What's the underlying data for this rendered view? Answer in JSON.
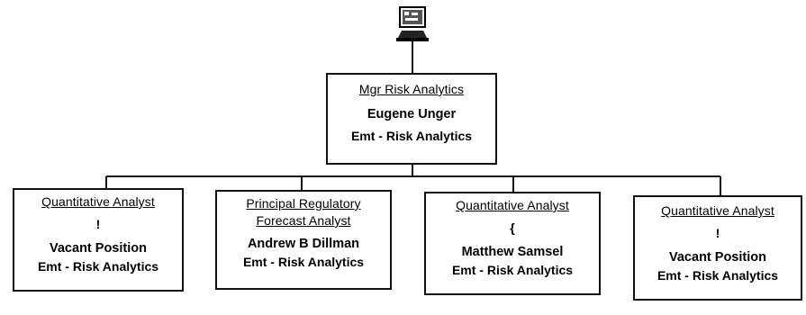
{
  "root": {
    "icon": "computer-icon",
    "title": "Mgr Risk Analytics",
    "name": "Eugene Unger",
    "dept": "Emt - Risk Analytics"
  },
  "children": [
    {
      "title": "Quantitative Analyst",
      "title2": "",
      "mark": "!",
      "name": "Vacant  Position",
      "dept": "Emt - Risk Analytics"
    },
    {
      "title": "Principal Regulatory",
      "title2": "Forecast Analyst",
      "mark": "",
      "name": "Andrew B Dillman",
      "dept": "Emt - Risk Analytics"
    },
    {
      "title": "Quantitative Analyst",
      "title2": "",
      "mark": "{",
      "name": "Matthew  Samsel",
      "dept": "Emt - Risk Analytics"
    },
    {
      "title": "Quantitative Analyst",
      "title2": "",
      "mark": "!",
      "name": "Vacant  Position",
      "dept": "Emt - Risk Analytics"
    }
  ]
}
